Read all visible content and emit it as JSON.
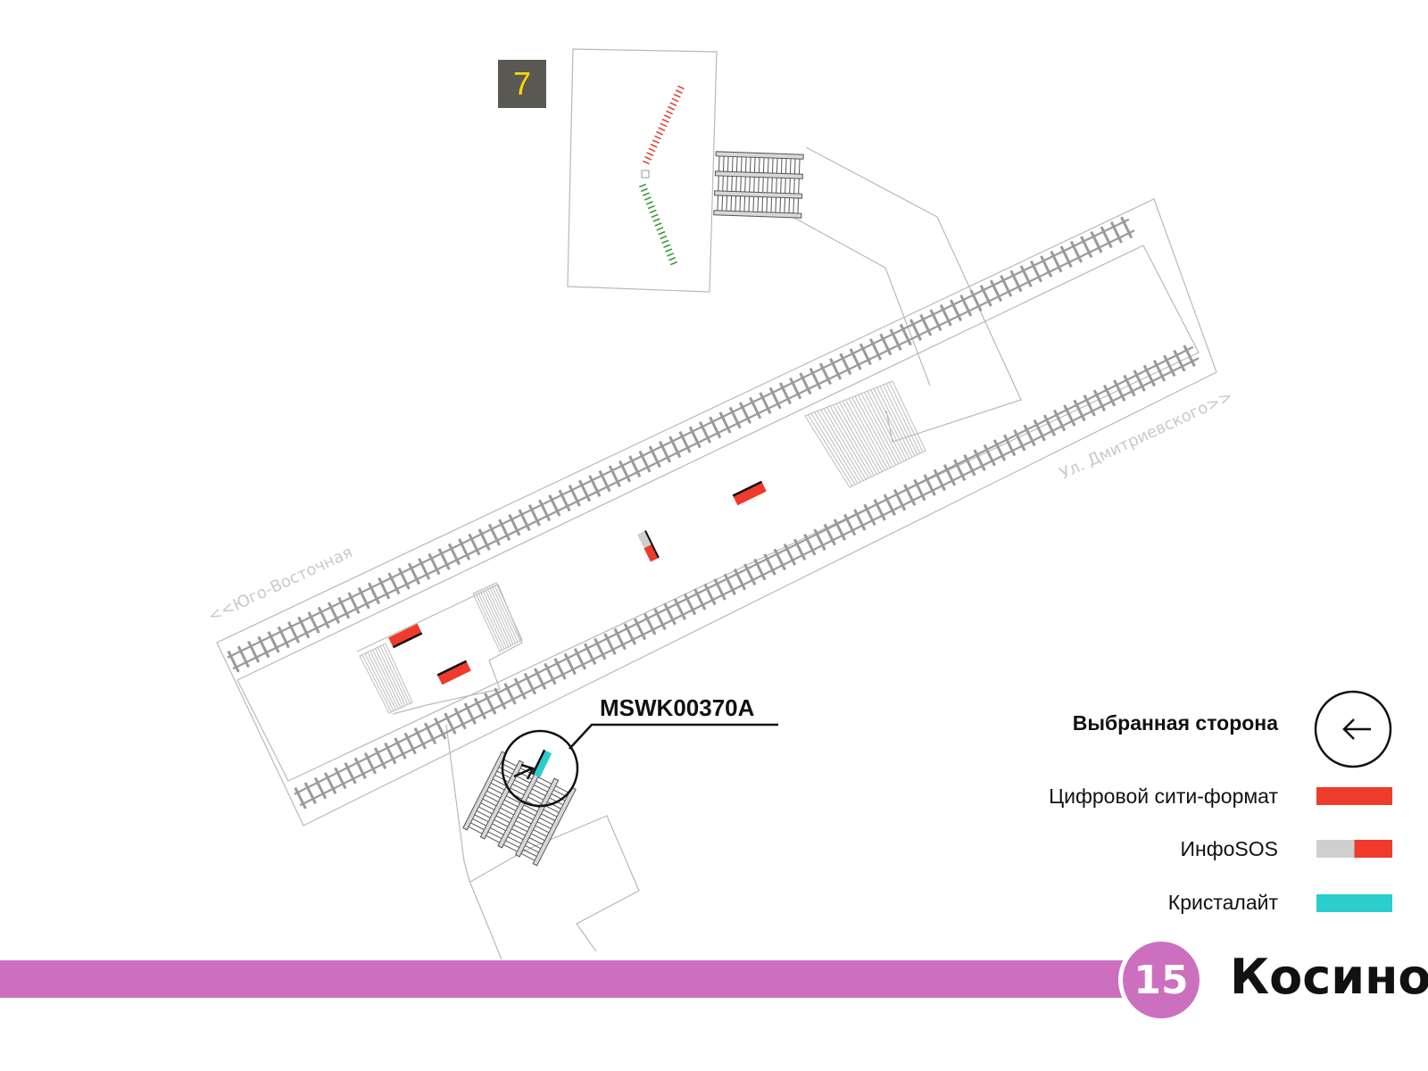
{
  "exit_number": "7",
  "streets": {
    "left": "<<Юго-Восточная",
    "right": "Ул. Дмитриевского>>"
  },
  "selected_code": "MSWK00370A",
  "legend": {
    "title": "Выбранная сторона",
    "items": [
      {
        "label": "Цифровой сити-формат",
        "color": "#ee3b2b"
      },
      {
        "label": "ИнфоSOS",
        "color": "#ee3b2b",
        "secondary_color": "#cfcfcf"
      },
      {
        "label": "Кристалайт",
        "color": "#2ccdcd"
      }
    ]
  },
  "line": {
    "number": "15",
    "color": "#cd6fbf"
  },
  "station": "Косино",
  "colors": {
    "ad": "#ee3b2b",
    "infosos_gray": "#cfcfcf",
    "crystal": "#2ccdcd",
    "rail": "#9a9a9a",
    "outline": "#b9b9b9",
    "exit_path_red": "#e0453a",
    "exit_path_green": "#3a9a3a"
  }
}
